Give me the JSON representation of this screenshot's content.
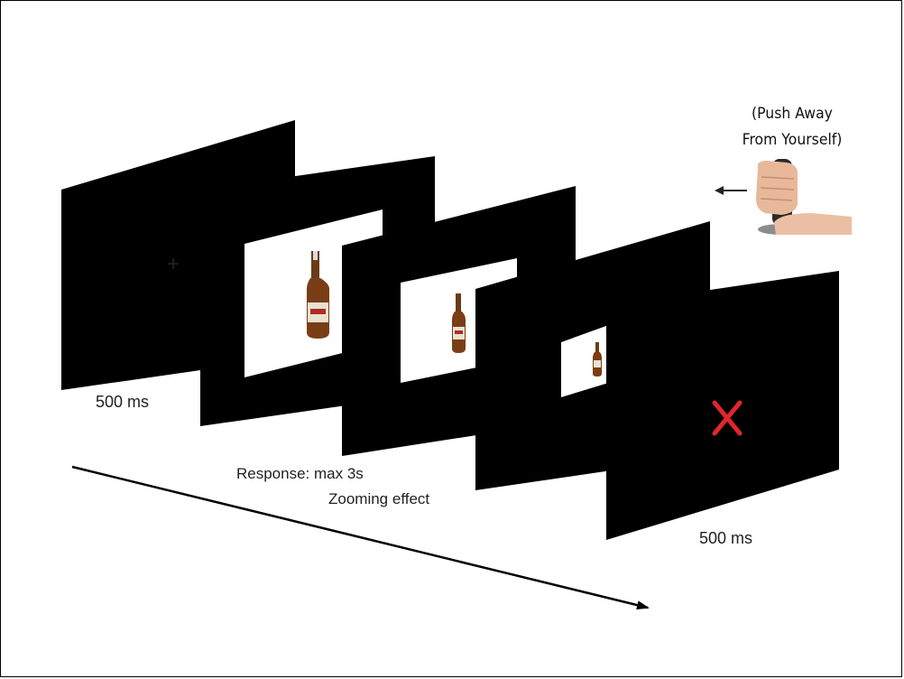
{
  "labels": {
    "fixation_duration": "500 ms",
    "feedback_duration": "500 ms",
    "response": "Response: max 3s",
    "zoom": "Zooming effect"
  },
  "fixation_symbol": "+",
  "feedback_symbol": "✕",
  "instruction": {
    "line1": "(Push Away",
    "line2": "From Yourself)"
  },
  "colors": {
    "screen": "#000000",
    "feedback": "#e0262b"
  }
}
